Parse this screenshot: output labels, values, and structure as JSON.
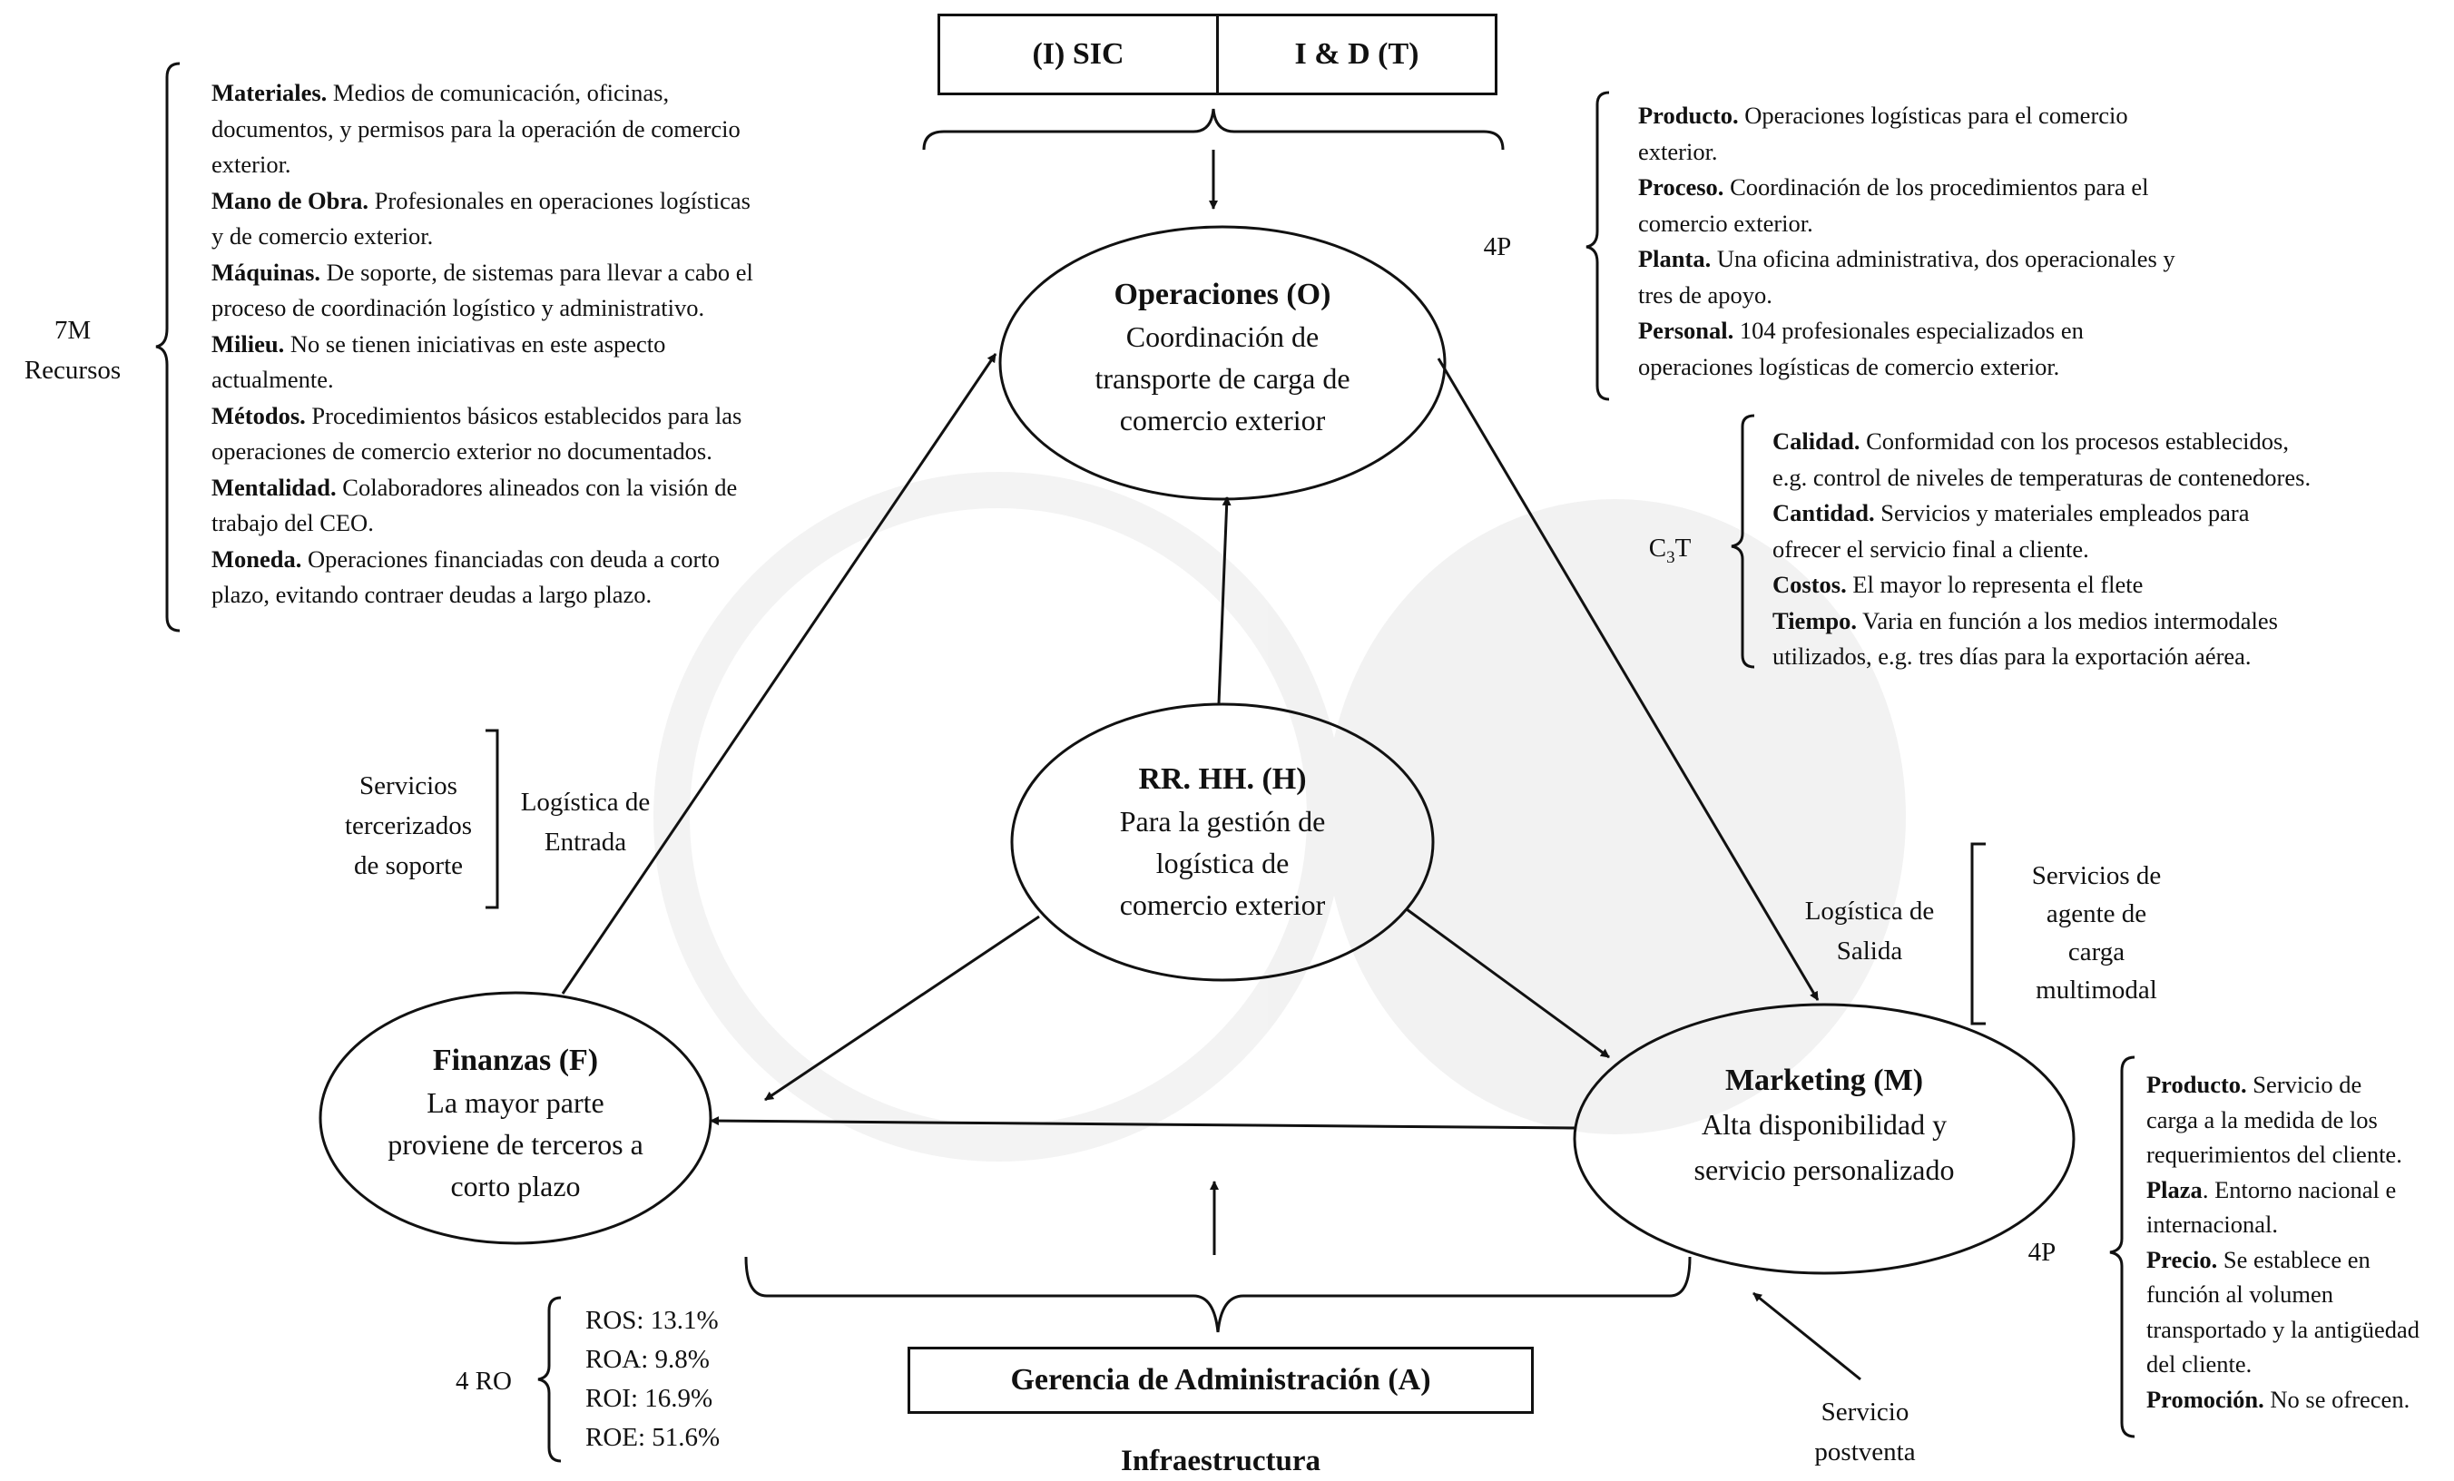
{
  "top_boxes": {
    "sic": "(I) SIC",
    "id": "I & D (T)"
  },
  "nodes": {
    "operaciones": {
      "title": "Operaciones (O)",
      "lines": [
        "Coordinación de",
        "transporte de carga de",
        "comercio exterior"
      ]
    },
    "rrhh": {
      "title": "RR. HH. (H)",
      "lines": [
        "Para la gestión de",
        "logística de",
        "comercio exterior"
      ]
    },
    "finanzas": {
      "title": "Finanzas (F)",
      "lines": [
        "La mayor parte",
        "proviene de terceros a",
        "corto plazo"
      ]
    },
    "marketing": {
      "title": "Marketing (M)",
      "lines": [
        "Alta disponibilidad y",
        "servicio personalizado"
      ]
    }
  },
  "gerencia": "Gerencia de Administración (A)",
  "infraestructura": "Infraestructura",
  "recursos": {
    "label_line1": "7M",
    "label_line2": "Recursos",
    "items": [
      {
        "bold": "Materiales.",
        "text": " Medios de comunicación, oficinas,",
        "more": [
          "documentos, y permisos para la operación de comercio",
          "exterior."
        ]
      },
      {
        "bold": "Mano de Obra.",
        "text": " Profesionales en operaciones logísticas",
        "more": [
          "y de comercio exterior."
        ]
      },
      {
        "bold": "Máquinas.",
        "text": " De soporte, de sistemas para llevar a cabo el",
        "more": [
          "proceso de coordinación logístico y administrativo."
        ]
      },
      {
        "bold": "Milieu.",
        "text": " No se tienen iniciativas en este aspecto",
        "more": [
          "actualmente."
        ]
      },
      {
        "bold": "Métodos.",
        "text": " Procedimientos básicos establecidos para las",
        "more": [
          "operaciones de comercio exterior no documentados."
        ]
      },
      {
        "bold": "Mentalidad.",
        "text": " Colaboradores alineados con la visión de",
        "more": [
          "trabajo del CEO."
        ]
      },
      {
        "bold": "Moneda.",
        "text": " Operaciones financiadas con deuda a corto",
        "more": [
          "plazo, evitando contraer deudas a largo plazo."
        ]
      }
    ]
  },
  "four_p_top": {
    "label": "4P",
    "items": [
      {
        "bold": "Producto.",
        "text": " Operaciones logísticas para el comercio",
        "more": [
          "exterior."
        ]
      },
      {
        "bold": "Proceso.",
        "text": " Coordinación de los procedimientos para el",
        "more": [
          "comercio exterior."
        ]
      },
      {
        "bold": "Planta.",
        "text": " Una oficina administrativa, dos operacionales y",
        "more": [
          "tres de apoyo."
        ]
      },
      {
        "bold": "Personal.",
        "text": " 104 profesionales especializados en",
        "more": [
          "operaciones logísticas de comercio exterior."
        ]
      }
    ]
  },
  "c3t": {
    "label_c": "C",
    "label_sub": "3",
    "label_t": "T",
    "items": [
      {
        "bold": "Calidad.",
        "text": " Conformidad con los procesos establecidos,",
        "more": [
          "e.g. control de niveles de temperaturas de contenedores."
        ]
      },
      {
        "bold": "Cantidad.",
        "text": " Servicios y materiales empleados para",
        "more": [
          "ofrecer el servicio final a cliente."
        ]
      },
      {
        "bold": "Costos.",
        "text": " El mayor lo representa el flete",
        "more": []
      },
      {
        "bold": "Tiempo.",
        "text": " Varia en función a los medios intermodales",
        "more": [
          "utilizados, e.g. tres días para la exportación aérea."
        ]
      }
    ]
  },
  "entrada": {
    "left": [
      "Servicios",
      "tercerizados",
      "de soporte"
    ],
    "right": [
      "Logística de",
      "Entrada"
    ]
  },
  "salida": {
    "left": [
      "Logística de",
      "Salida"
    ],
    "right": [
      "Servicios de",
      "agente de",
      "carga",
      "multimodal"
    ]
  },
  "four_p_bottom": {
    "label": "4P",
    "items": [
      {
        "bold": "Producto.",
        "text": " Servicio de",
        "more": [
          "carga a la medida de los",
          "requerimientos del cliente."
        ]
      },
      {
        "bold": "Plaza",
        "text": ". Entorno nacional e",
        "more": [
          "internacional."
        ]
      },
      {
        "bold": "Precio.",
        "text": " Se establece en",
        "more": [
          "función al volumen",
          "transportado y la antigüedad",
          "del cliente."
        ]
      },
      {
        "bold": "Promoción.",
        "text": " No se ofrecen.",
        "more": []
      }
    ]
  },
  "ro": {
    "label": "4 RO",
    "items": [
      "ROS: 13.1%",
      "ROA: 9.8%",
      "ROI: 16.9%",
      "ROE: 51.6%"
    ]
  },
  "postventa": [
    "Servicio",
    "postventa"
  ]
}
